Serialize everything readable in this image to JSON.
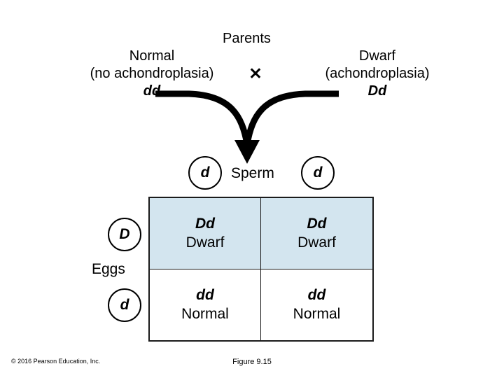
{
  "header": {
    "parents_title": "Parents",
    "cross_symbol": "✕"
  },
  "parents": [
    {
      "phenotype": "Normal",
      "condition": "(no achondroplasia)",
      "genotype": "dd"
    },
    {
      "phenotype": "Dwarf",
      "condition": "(achondroplasia)",
      "genotype": "Dd"
    }
  ],
  "gametes": {
    "sperm_label": "Sperm",
    "sperm": [
      "d",
      "d"
    ],
    "eggs_label": "Eggs",
    "eggs": [
      "D",
      "d"
    ]
  },
  "punnett": {
    "cells": [
      {
        "genotype": "Dd",
        "phenotype": "Dwarf",
        "fill": "#d3e5ef"
      },
      {
        "genotype": "Dd",
        "phenotype": "Dwarf",
        "fill": "#d3e5ef"
      },
      {
        "genotype": "dd",
        "phenotype": "Normal",
        "fill": "#ffffff"
      },
      {
        "genotype": "dd",
        "phenotype": "Normal",
        "fill": "#ffffff"
      }
    ]
  },
  "footer": {
    "copyright": "© 2016 Pearson Education, Inc.",
    "figure_caption": "Figure 9.15"
  },
  "colors": {
    "cell_blue": "#d3e5ef",
    "cell_white": "#ffffff",
    "stroke": "#000000"
  }
}
